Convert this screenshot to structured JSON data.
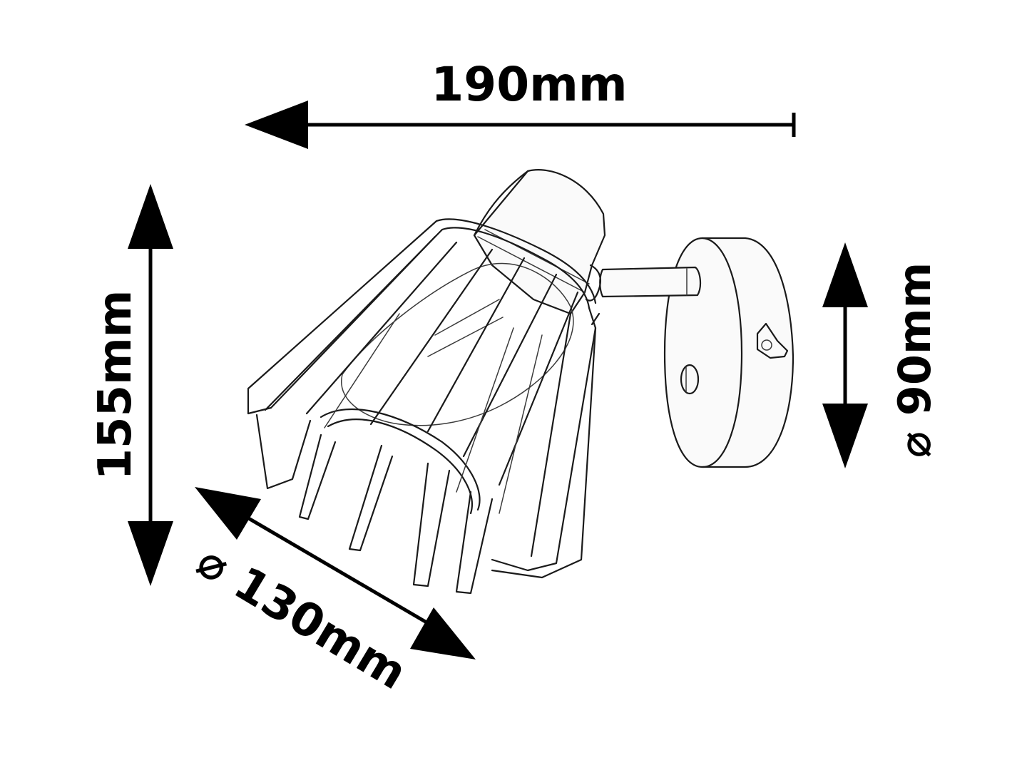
{
  "diagram": {
    "type": "technical-dimension-drawing",
    "subject": "wall spotlight with wire cage shade",
    "colors": {
      "ink": "#000000",
      "background": "#ffffff"
    },
    "dimensions": {
      "width": {
        "label": "190mm",
        "value": 190,
        "unit": "mm",
        "orientation": "horizontal"
      },
      "height": {
        "label": "155mm",
        "value": 155,
        "unit": "mm",
        "orientation": "vertical"
      },
      "shade_diameter": {
        "label": "⌀ 130mm",
        "value": 130,
        "unit": "mm",
        "orientation": "diagonal"
      },
      "base_diameter": {
        "label": "⌀ 90mm",
        "value": 90,
        "unit": "mm",
        "orientation": "vertical"
      }
    },
    "parts": [
      {
        "name": "wall-plate",
        "description": "round wall mounting base"
      },
      {
        "name": "arm",
        "description": "short horizontal connecting arm"
      },
      {
        "name": "lamp-holder",
        "description": "cylindrical socket cap"
      },
      {
        "name": "wire-cage-shade",
        "description": "tapered wire cage shade"
      },
      {
        "name": "bulb",
        "description": "bulb inside the cage"
      }
    ]
  }
}
